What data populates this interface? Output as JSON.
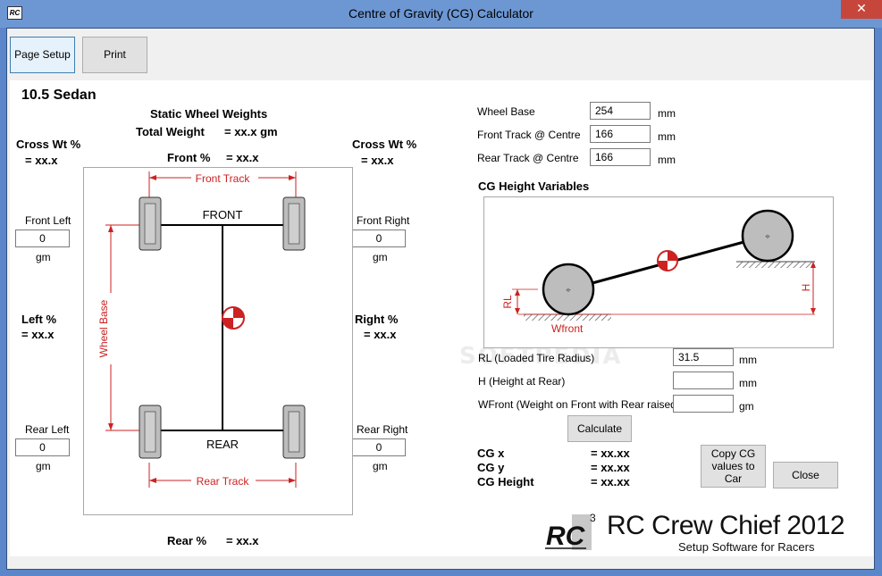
{
  "window": {
    "title": "Centre of Gravity (CG) Calculator",
    "app_icon": "RC",
    "close_glyph": "✕"
  },
  "toolbar": {
    "page_setup": "Page Setup",
    "print": "Print"
  },
  "car": {
    "name": "10.5 Sedan"
  },
  "static": {
    "heading": "Static Wheel Weights",
    "total_weight_label": "Total Weight",
    "total_weight_value": "= xx.x gm",
    "front_pct_label": "Front %",
    "front_pct_value": "= xx.x",
    "rear_pct_label": "Rear %",
    "rear_pct_value": "= xx.x",
    "cross_left_label": "Cross Wt %",
    "cross_left_value": "= xx.x",
    "cross_right_label": "Cross Wt %",
    "cross_right_value": "= xx.x",
    "left_pct_label": "Left %",
    "left_pct_value": "= xx.x",
    "right_pct_label": "Right %",
    "right_pct_value": "= xx.x"
  },
  "wheels": {
    "front_left": {
      "label": "Front Left",
      "value": "0",
      "unit": "gm"
    },
    "front_right": {
      "label": "Front Right",
      "value": "0",
      "unit": "gm"
    },
    "rear_left": {
      "label": "Rear Left",
      "value": "0",
      "unit": "gm"
    },
    "rear_right": {
      "label": "Rear Right",
      "value": "0",
      "unit": "gm"
    }
  },
  "diagram": {
    "front_track": "Front Track",
    "rear_track": "Rear Track",
    "wheel_base": "Wheel Base",
    "front": "FRONT",
    "rear": "REAR",
    "accent_color": "#cc2222"
  },
  "dimensions": {
    "wheel_base": {
      "label": "Wheel Base",
      "value": "254",
      "unit": "mm"
    },
    "front_track": {
      "label": "Front Track @ Centre",
      "value": "166",
      "unit": "mm"
    },
    "rear_track": {
      "label": "Rear Track @ Centre",
      "value": "166",
      "unit": "mm"
    }
  },
  "cg_height": {
    "heading": "CG Height Variables",
    "rl_tag": "RL",
    "h_tag": "H",
    "wfront_tag": "Wfront",
    "rl": {
      "label": "RL (Loaded Tire Radius)",
      "value": "31.5",
      "unit": "mm"
    },
    "h": {
      "label": "H (Height at Rear)",
      "value": "",
      "unit": "mm"
    },
    "wfront": {
      "label": "WFront (Weight on Front with Rear raised)",
      "value": "",
      "unit": "gm"
    },
    "calculate": "Calculate"
  },
  "results": {
    "cgx_label": "CG x",
    "cgx_value": "= xx.xx",
    "cgy_label": "CG y",
    "cgy_value": "= xx.xx",
    "cgh_label": "CG Height",
    "cgh_value": "= xx.xx"
  },
  "buttons": {
    "copy_cg": "Copy CG values to Car",
    "close": "Close"
  },
  "logo": {
    "mark": "RC",
    "superscript": "3",
    "title": "RC Crew Chief 2012",
    "subtitle": "Setup Software for Racers"
  },
  "watermark": "SOFTPEDIA"
}
